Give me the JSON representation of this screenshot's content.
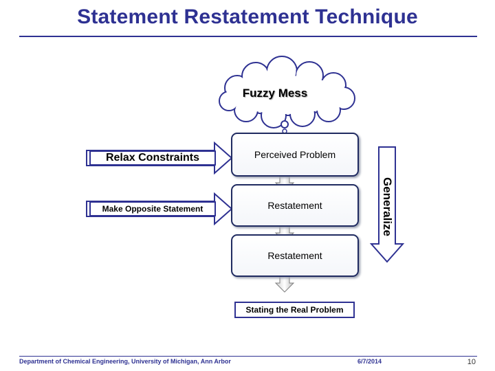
{
  "slide": {
    "title": "Statement Restatement Technique"
  },
  "diagram": {
    "cloud_label": "Fuzzy Mess",
    "boxes": [
      "Perceived Problem",
      "Restatement",
      "Restatement"
    ],
    "side_arrows": [
      "Relax Constraints",
      "Make Opposite Statement"
    ],
    "vertical_arrow_label": "Generalize",
    "final_label": "Stating the Real Problem"
  },
  "footer": {
    "department": "Department of Chemical Engineering, University of Michigan, Ann Arbor",
    "date": "6/7/2014",
    "page": "10"
  },
  "colors": {
    "title": "#2E3192",
    "box_border": "#1f2a60",
    "arrow_fill": "#ffffff",
    "arrow_stroke": "#2E3192"
  }
}
